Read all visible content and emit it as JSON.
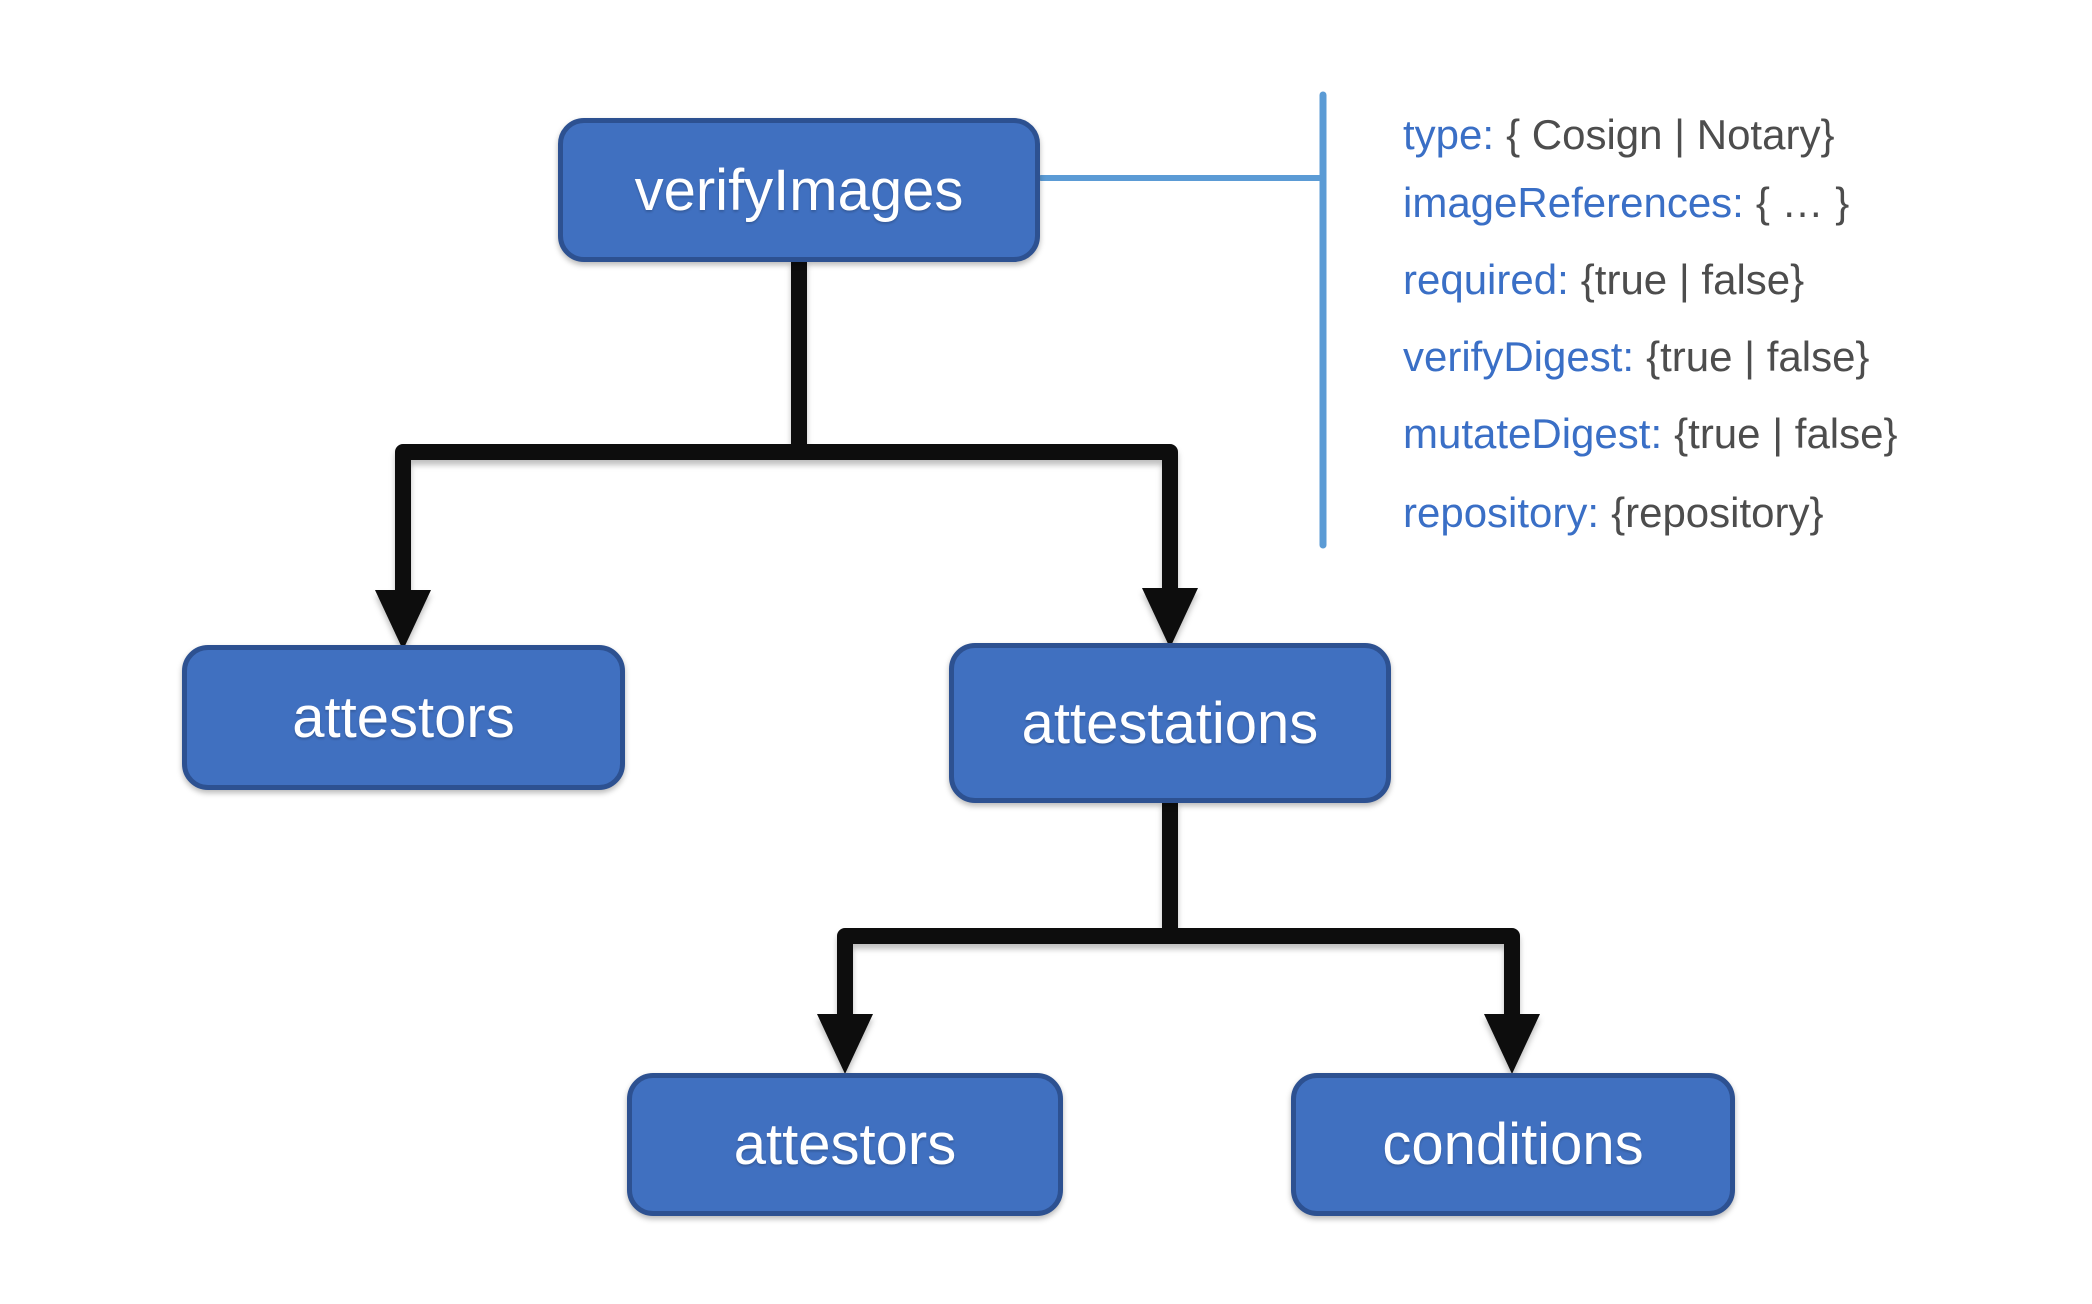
{
  "diagram": {
    "title_node": "verifyImages",
    "type": "tree",
    "nodes": [
      {
        "id": "verifyImages",
        "label": "verifyImages"
      },
      {
        "id": "attestors-left",
        "label": "attestors"
      },
      {
        "id": "attestations",
        "label": "attestations"
      },
      {
        "id": "attestors-bottom",
        "label": "attestors"
      },
      {
        "id": "conditions",
        "label": "conditions"
      }
    ],
    "edges": [
      {
        "from": "verifyImages",
        "to": "attestors-left"
      },
      {
        "from": "verifyImages",
        "to": "attestations"
      },
      {
        "from": "attestations",
        "to": "attestors-bottom"
      },
      {
        "from": "attestations",
        "to": "conditions"
      }
    ]
  },
  "annotation": {
    "attached_to": "verifyImages",
    "items": [
      {
        "key": "type:",
        "value": "{ Cosign | Notary}"
      },
      {
        "key": "imageReferences:",
        "value": "{ … }"
      },
      {
        "key": "required:",
        "value": "{true | false}"
      },
      {
        "key": "verifyDigest:",
        "value": "{true | false}"
      },
      {
        "key": "mutateDigest:",
        "value": "{true | false}"
      },
      {
        "key": "repository:",
        "value": "{repository}"
      }
    ]
  },
  "colors": {
    "node_fill": "#4070C0",
    "node_border": "#2D5191",
    "node_text": "#ffffff",
    "connector": "#0d0d0d",
    "bracket": "#5B9BD5",
    "annotation_key": "#3A6FC6",
    "annotation_value": "#4D4D4D",
    "page_bg": "#ffffff"
  }
}
